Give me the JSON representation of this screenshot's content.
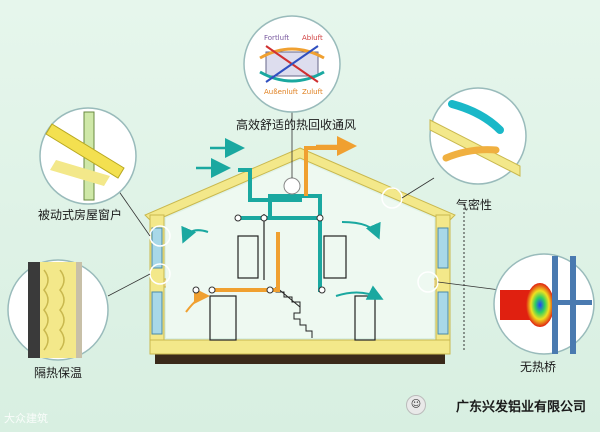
{
  "labels": {
    "heat_recovery": "高效舒适的热回收通风",
    "passive_window": "被动式房屋窗户",
    "airtightness": "气密性",
    "insulation": "隔热保温",
    "no_thermal_bridge": "无热桥"
  },
  "ventilation_unit": {
    "fortluft": "Fortluft",
    "abluft": "Abluft",
    "aussenluft": "Außenluft",
    "zuluft": "Zuluft"
  },
  "watermark": {
    "left": "大众建筑",
    "right": "广东兴发铝业有限公司"
  },
  "colors": {
    "fresh_air": "#1aa8a0",
    "exhaust_air": "#f0a030",
    "insulation": "#f3e88a",
    "ground": "#3a2a1a"
  }
}
